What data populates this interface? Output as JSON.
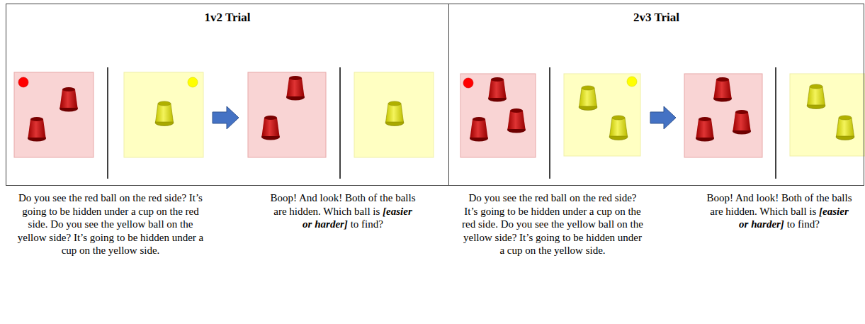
{
  "diagram": {
    "nodes": [
      {
        "text": [
          "1v2 Trial"
        ]
      },
      {
        "text": [
          "2v3 Trial"
        ]
      }
    ],
    "labels": [
      "Do you see the red ball on the red side? It’s going to be hidden under a cup on the red side. Do you see the yellow ball on the yellow side? It’s going to be hidden under a cup on the yellow side.",
      "Boop! And look! Both of the balls are hidden. Which ball is",
      "[easier or harder]",
      "to find?",
      "Do you see the red ball on the red side? It’s going to be hidden under a cup on the red side. Do you see the yellow ball on the yellow side? It’s going to be hidden under a cup on the yellow side.",
      "Boop! And look! Both of the balls are hidden. Which ball is",
      "[easier or harder]",
      "to find?"
    ]
  }
}
